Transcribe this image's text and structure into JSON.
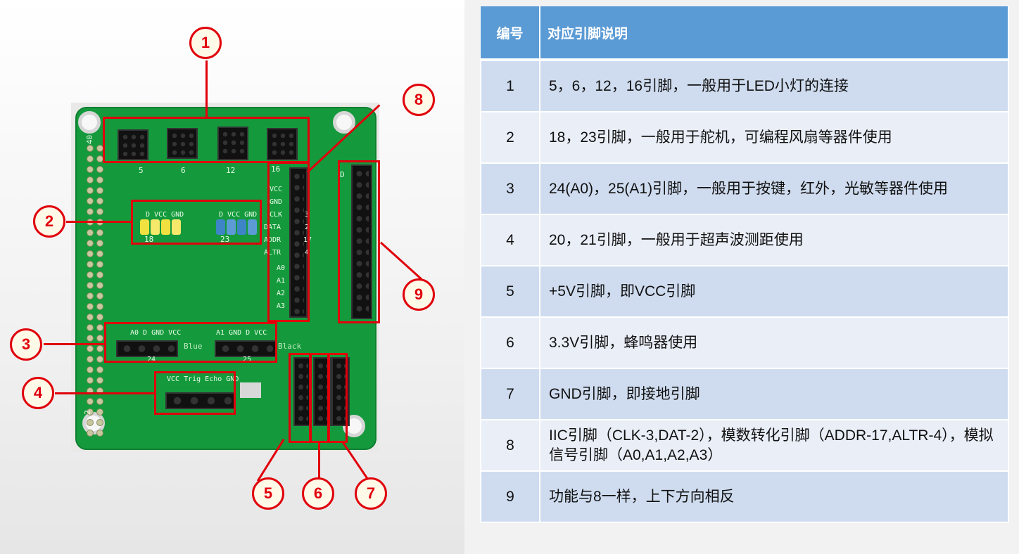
{
  "callouts": [
    "1",
    "2",
    "3",
    "4",
    "5",
    "6",
    "7",
    "8",
    "9"
  ],
  "board": {
    "top_labels": [
      "5",
      "6",
      "12",
      "16"
    ],
    "servo_label": "D VCC GND",
    "servo_pins": [
      "18",
      "23"
    ],
    "side_labels": [
      "VCC",
      "GND",
      "CLK",
      "DATA",
      "ADDR",
      "ALTR",
      "A0",
      "A1",
      "A2",
      "A3"
    ],
    "side_numbers": [
      "3",
      "2",
      "17",
      "4"
    ],
    "left_header_a": "A0 D GND VCC",
    "left_header_b": "A1 GND D VCC",
    "blue": "Blue",
    "black": "Black",
    "sensor_labels": [
      "24",
      "25"
    ],
    "ultrasonic": "VCC Trig Echo GND",
    "edge_40": "40",
    "edge_2": "2",
    "d": "D"
  },
  "table": {
    "headers": [
      "编号",
      "对应引脚说明"
    ],
    "rows": [
      {
        "id": "1",
        "desc": "5，6，12，16引脚，一般用于LED小灯的连接"
      },
      {
        "id": "2",
        "desc": "18，23引脚，一般用于舵机，可编程风扇等器件使用"
      },
      {
        "id": "3",
        "desc": "24(A0)，25(A1)引脚，一般用于按键，红外，光敏等器件使用"
      },
      {
        "id": "4",
        "desc": "20，21引脚，一般用于超声波测距使用"
      },
      {
        "id": "5",
        "desc": "+5V引脚，即VCC引脚"
      },
      {
        "id": "6",
        "desc": "3.3V引脚，蜂鸣器使用"
      },
      {
        "id": "7",
        "desc": "GND引脚，即接地引脚"
      },
      {
        "id": "8",
        "desc": "IIC引脚（CLK-3,DAT-2），模数转化引脚（ADDR-17,ALTR-4），模拟信号引脚（A0,A1,A2,A3）"
      },
      {
        "id": "9",
        "desc": "功能与8一样，上下方向相反"
      }
    ]
  },
  "colors": {
    "header_blue": "#5b9bd5",
    "row_dark": "#cfdcef",
    "row_light": "#e9eef7",
    "callout_red": "#e0000b",
    "pcb_green": "#149a3c"
  }
}
